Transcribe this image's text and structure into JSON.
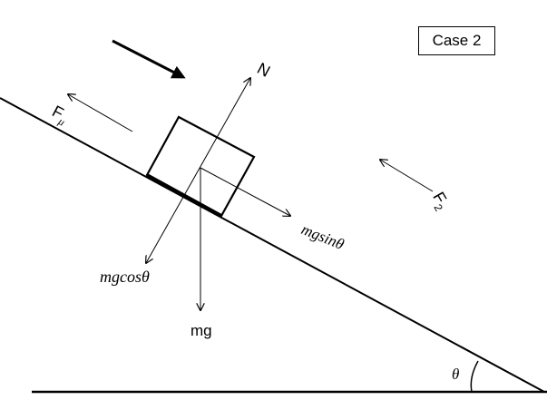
{
  "case_label": "Case 2",
  "labels": {
    "normal": "N",
    "friction": "F",
    "friction_sub": "μ",
    "applied": "F",
    "applied_sub": "2",
    "parallel": "mgsinθ",
    "perpendicular": "mgcosθ",
    "weight": "mg",
    "angle": "θ"
  }
}
